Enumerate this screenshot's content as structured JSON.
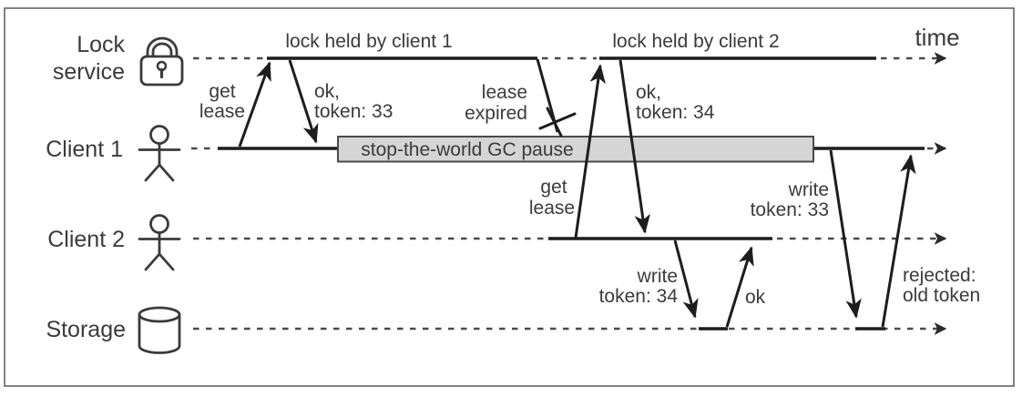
{
  "figure": {
    "type": "sequence-timeline-diagram",
    "time_label": "time",
    "lanes": [
      {
        "id": "lock-service",
        "label_lines": [
          "Lock",
          "service"
        ],
        "icon": "padlock-icon"
      },
      {
        "id": "client-1",
        "label_lines": [
          "Client 1"
        ],
        "icon": "person-icon"
      },
      {
        "id": "client-2",
        "label_lines": [
          "Client 2"
        ],
        "icon": "person-icon"
      },
      {
        "id": "storage",
        "label_lines": [
          "Storage"
        ],
        "icon": "database-cylinder-icon"
      }
    ],
    "annotations": {
      "lock_held_1": "lock held by client 1",
      "lock_held_2": "lock held by client 2",
      "lease_expired_lines": [
        "lease",
        "expired"
      ],
      "gc_pause": "stop-the-world GC pause"
    },
    "messages": [
      {
        "id": "get-lease-1",
        "from": "client-1",
        "to": "lock-service",
        "lines": [
          "get",
          "lease"
        ]
      },
      {
        "id": "ok-token-33",
        "from": "lock-service",
        "to": "client-1",
        "lines": [
          "ok,",
          "token: 33"
        ]
      },
      {
        "id": "get-lease-2",
        "from": "client-2",
        "to": "lock-service",
        "lines": [
          "get",
          "lease"
        ]
      },
      {
        "id": "ok-token-34",
        "from": "lock-service",
        "to": "client-2",
        "lines": [
          "ok,",
          "token: 34"
        ]
      },
      {
        "id": "write-token-34",
        "from": "client-2",
        "to": "storage",
        "lines": [
          "write",
          "token: 34"
        ]
      },
      {
        "id": "write-ok",
        "from": "storage",
        "to": "client-2",
        "lines": [
          "ok"
        ]
      },
      {
        "id": "write-token-33",
        "from": "client-1",
        "to": "storage",
        "lines": [
          "write",
          "token: 33"
        ]
      },
      {
        "id": "rejected-old-token",
        "from": "storage",
        "to": "client-1",
        "lines": [
          "rejected:",
          "old token"
        ]
      }
    ],
    "colors": {
      "line": "#1d1d1d",
      "text": "#3b3b3b",
      "dash": "#4a4a4a",
      "gc_fill": "#d5d5d5",
      "gc_border": "#4a4a4a",
      "frame_border": "#58585a",
      "background": "#ffffff"
    }
  }
}
